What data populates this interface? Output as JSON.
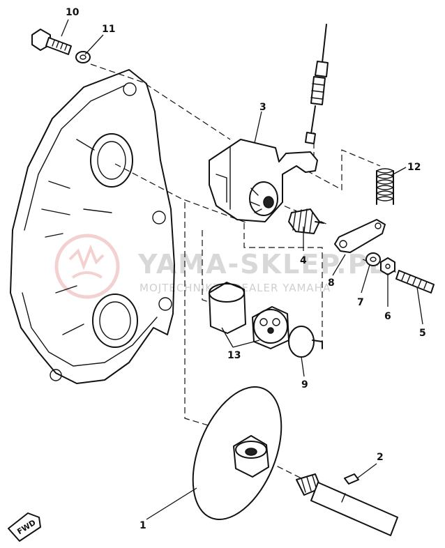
{
  "watermark": {
    "title": "YAMA-SKLEP.PL",
    "subtitle": "MOJTECHNIKZ | DEALER YAMAHA"
  },
  "fwd_label": "FWD",
  "callouts": [
    {
      "id": "1",
      "label": "1"
    },
    {
      "id": "2",
      "label": "2"
    },
    {
      "id": "3",
      "label": "3"
    },
    {
      "id": "4",
      "label": "4"
    },
    {
      "id": "5",
      "label": "5"
    },
    {
      "id": "6",
      "label": "6"
    },
    {
      "id": "7",
      "label": "7"
    },
    {
      "id": "8",
      "label": "8"
    },
    {
      "id": "9",
      "label": "9"
    },
    {
      "id": "10",
      "label": "10"
    },
    {
      "id": "11",
      "label": "11"
    },
    {
      "id": "12",
      "label": "12"
    },
    {
      "id": "13",
      "label": "13"
    }
  ]
}
